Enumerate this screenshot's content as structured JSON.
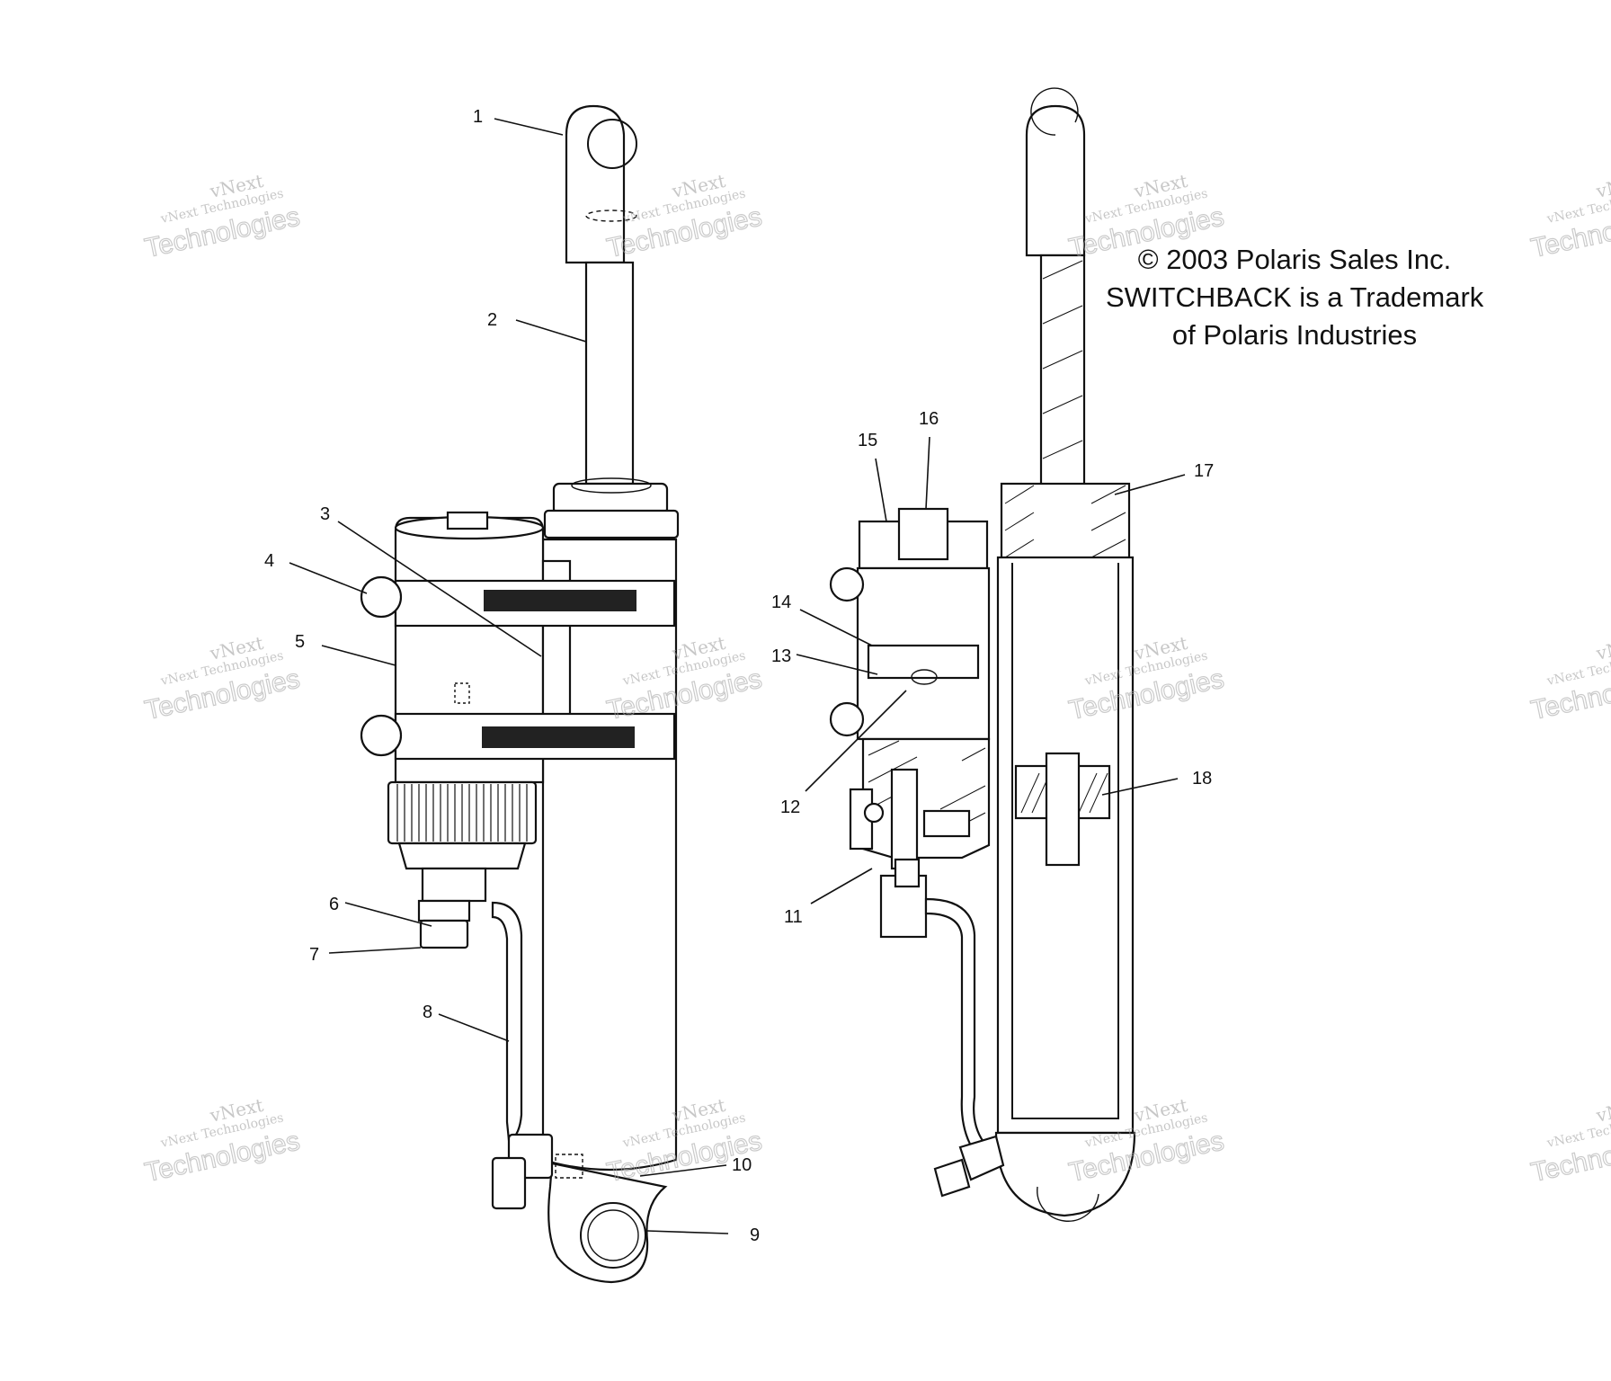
{
  "copyright": {
    "line1": "© 2003 Polaris Sales Inc.",
    "line2": "SWITCHBACK is a Trademark",
    "line3": "of Polaris Industries"
  },
  "watermark": {
    "small": "vNext Technologies",
    "big": "Technologies",
    "top": "vNext"
  },
  "callouts": [
    "1",
    "2",
    "3",
    "4",
    "5",
    "6",
    "7",
    "8",
    "9",
    "10",
    "11",
    "12",
    "13",
    "14",
    "15",
    "16",
    "17",
    "18"
  ]
}
